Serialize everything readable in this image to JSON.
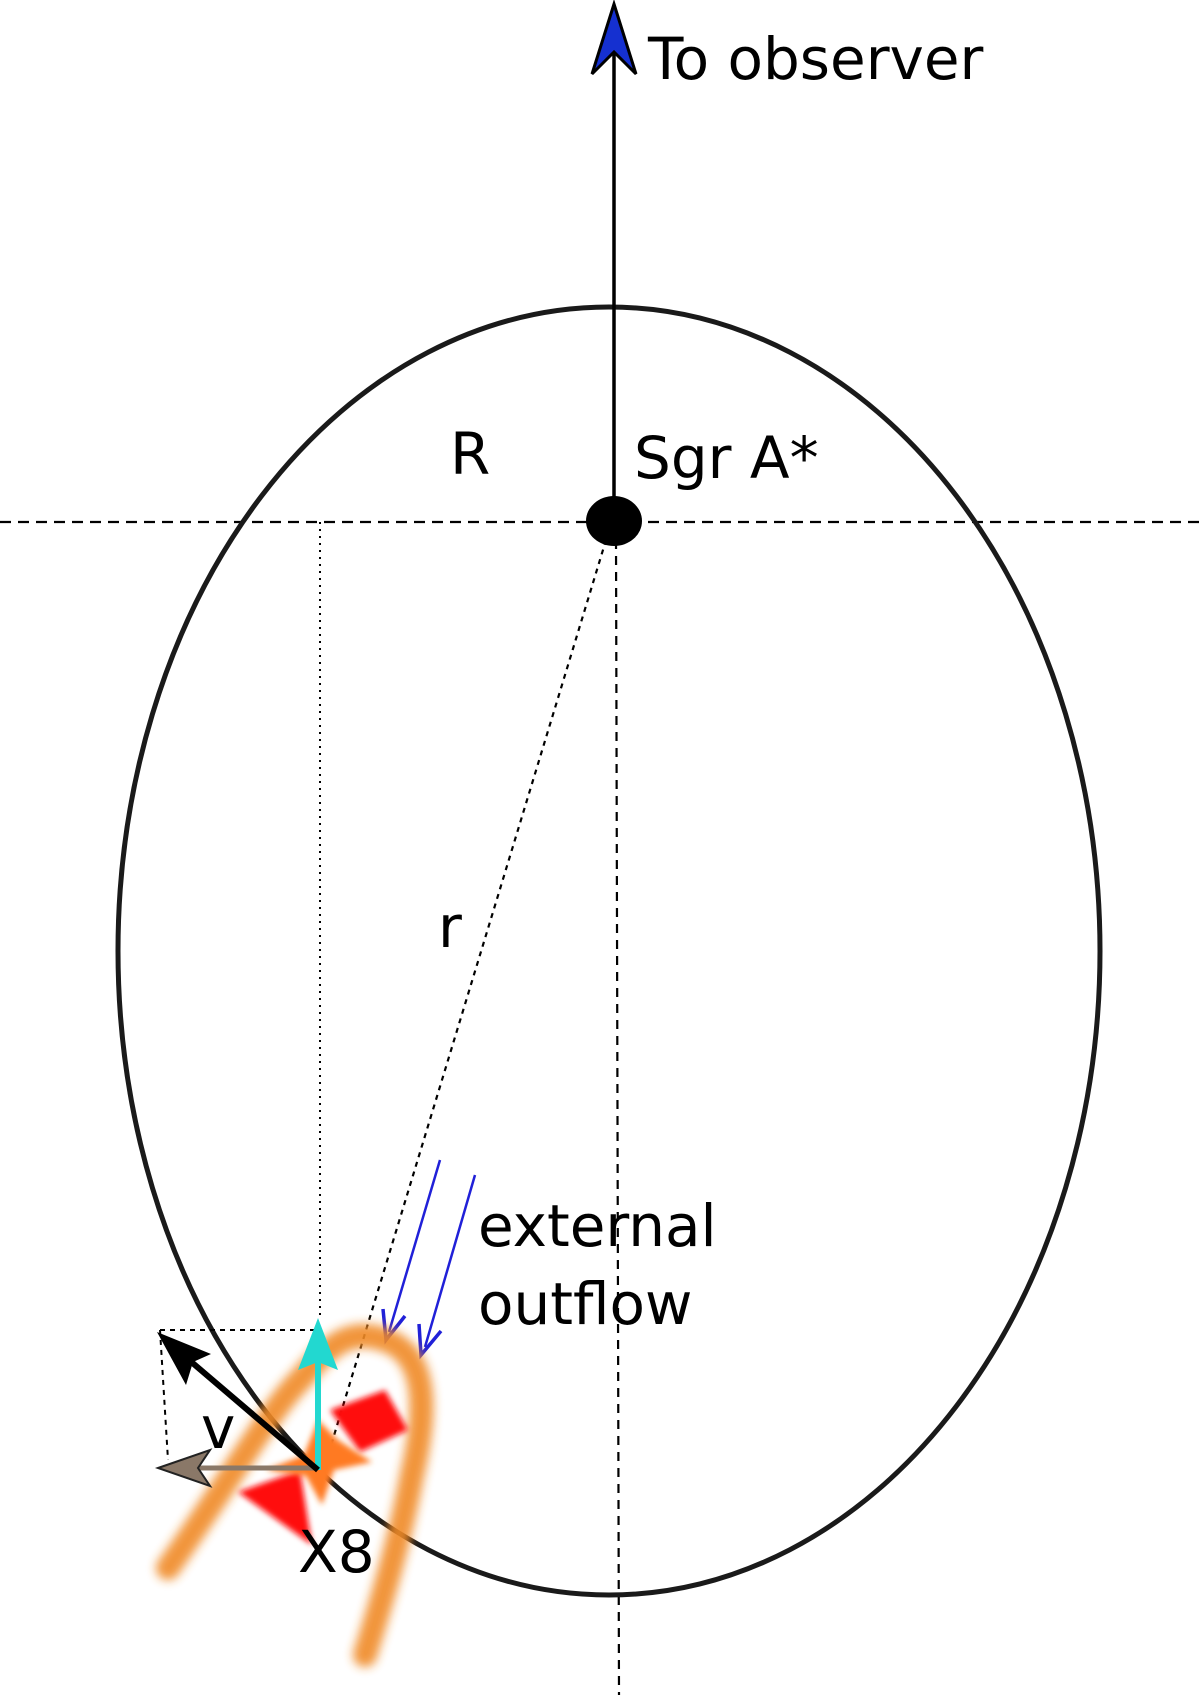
{
  "labels": {
    "observer": "To observer",
    "source": "Sgr A*",
    "projected_radius": "R",
    "distance": "r",
    "outflow_line1": "external",
    "outflow_line2": "outflow",
    "velocity": "v",
    "object": "X8"
  },
  "colors": {
    "orbit": "#1a1a1a",
    "observer_arrowhead": "#1530d0",
    "outflow_arrows": "#2020d8",
    "bow_shock": "#f08a28",
    "tail_lobes": "#ff1010",
    "radial_velocity_arrow": "#22d8d0",
    "tangential_velocity_arrow": "#8a7868",
    "velocity_arrow": "#000000"
  }
}
